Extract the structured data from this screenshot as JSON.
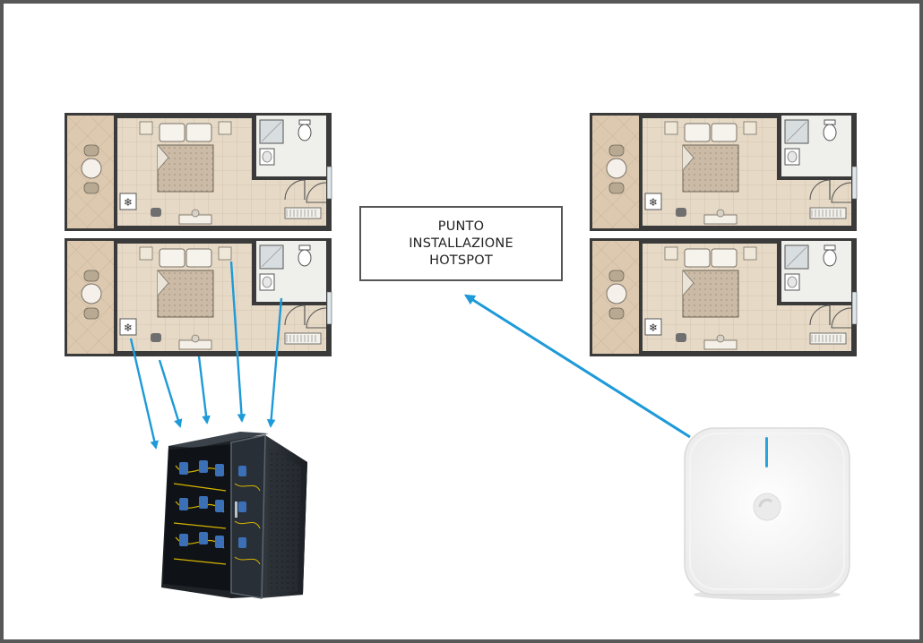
{
  "label": {
    "lines": [
      "PUNTO",
      "INSTALLAZIONE",
      "HOTSPOT"
    ]
  },
  "colors": {
    "arrow": "#1e9ad8",
    "floor_tile": "#e6d9c6",
    "terrace": "#dcc9b0",
    "wall": "#2c2c2c",
    "bed": "#c9b9a4",
    "frame_border": "#585858"
  },
  "diagram": {
    "rooms": [
      "floorplan-room-top-left",
      "floorplan-room-bottom-left",
      "floorplan-room-top-right",
      "floorplan-room-bottom-right"
    ],
    "devices": [
      "network-rack-cabinet",
      "wifi-access-point"
    ]
  }
}
